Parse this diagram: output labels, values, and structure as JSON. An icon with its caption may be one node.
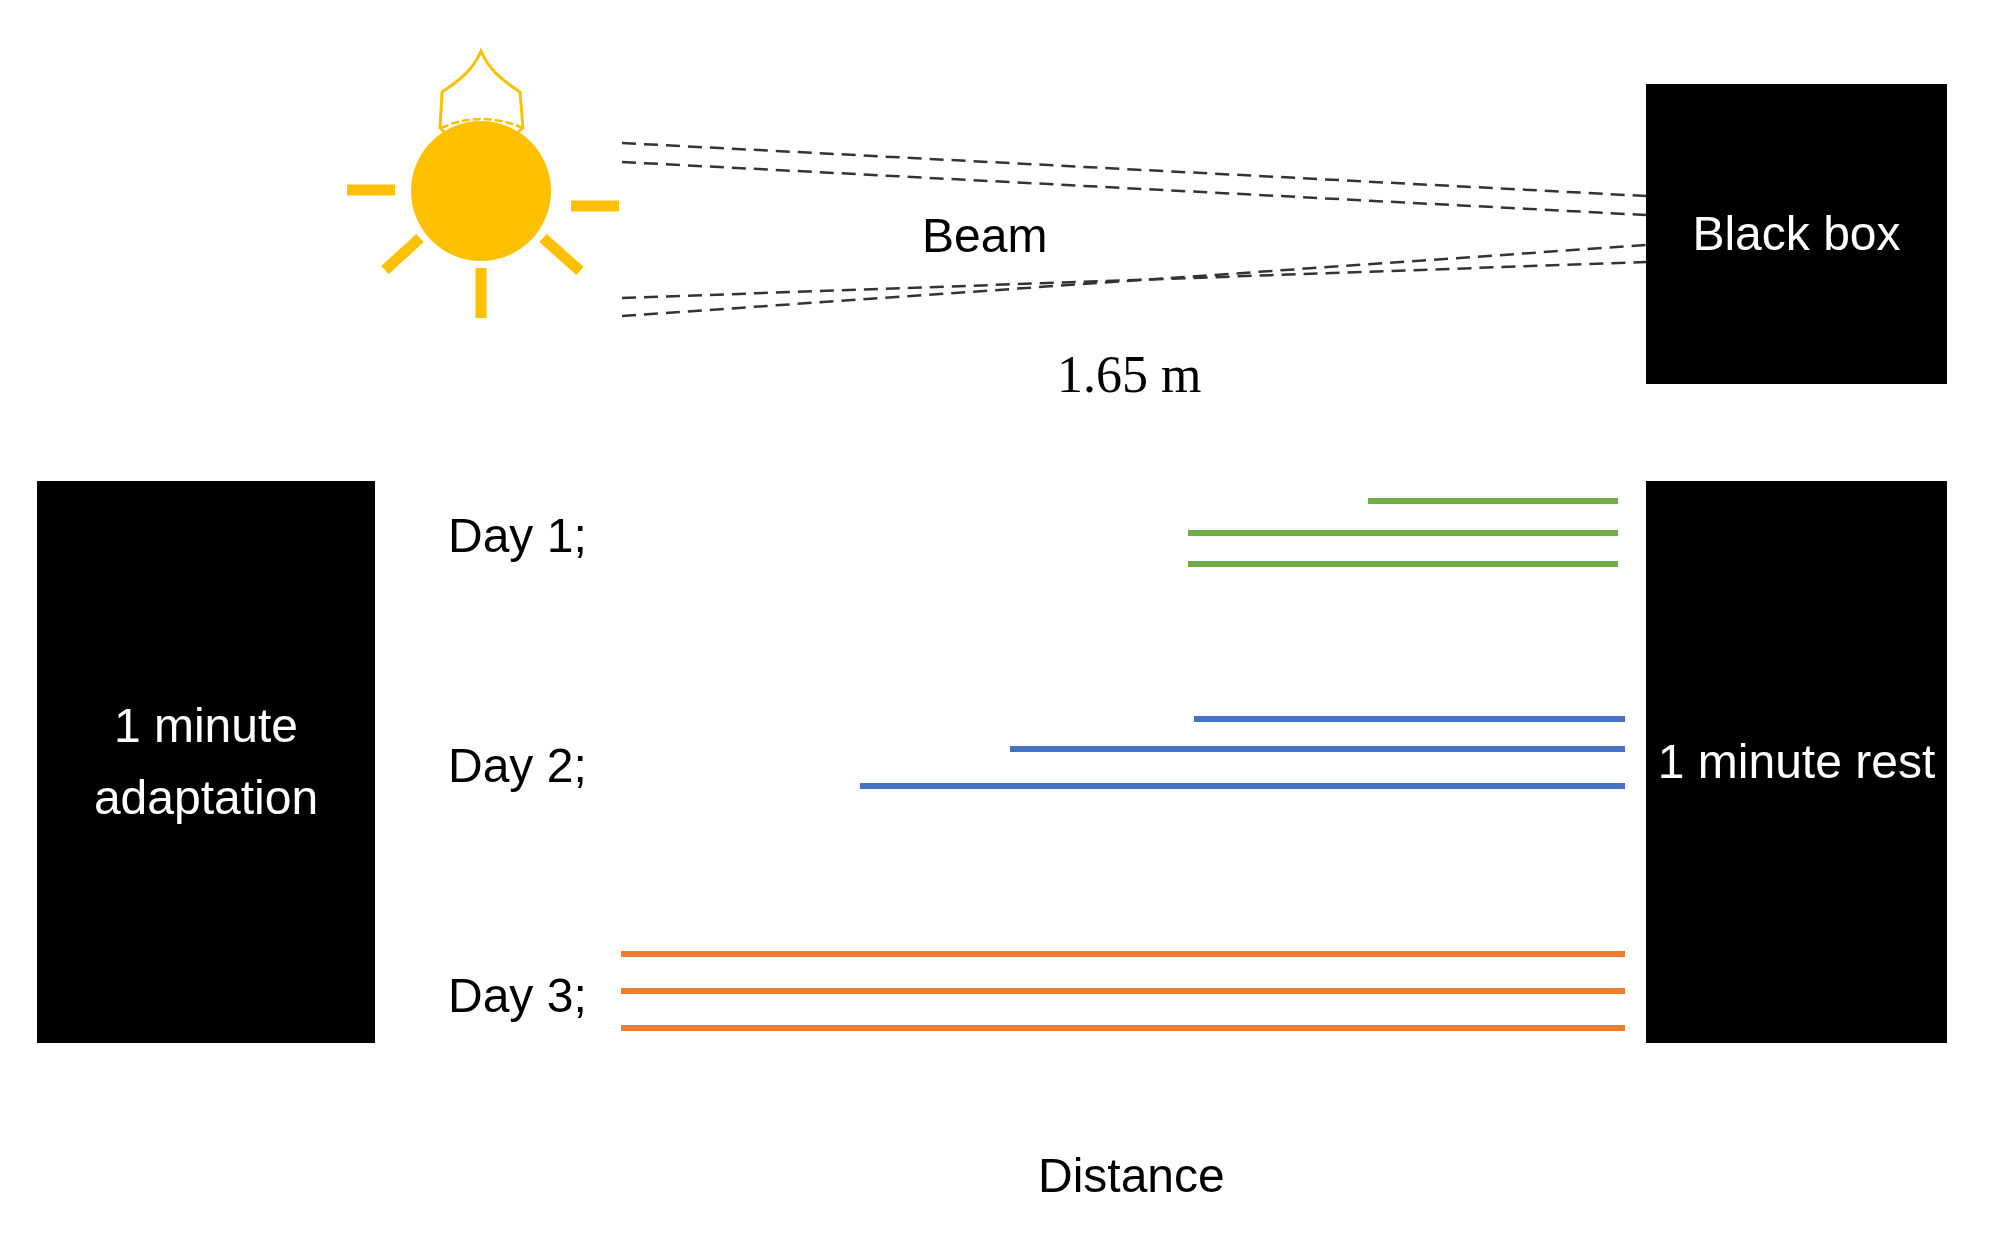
{
  "diagram": {
    "nodes": [
      {
        "text": [],
        "shape": "lamp"
      },
      {
        "text": [
          "Black box"
        ]
      },
      {
        "text": [
          "1 minute adaptation"
        ]
      },
      {
        "text": [
          "1 minute rest"
        ]
      }
    ],
    "edges": [
      {
        "from": 0,
        "to": 1,
        "arrow": "none",
        "style": "dashed"
      },
      {
        "from": 0,
        "to": 1,
        "arrow": "none",
        "style": "dashed"
      },
      {
        "from": 0,
        "to": 1,
        "arrow": "none",
        "style": "dashed"
      },
      {
        "from": 0,
        "to": 1,
        "arrow": "none",
        "style": "dashed"
      }
    ],
    "labels": [
      "Beam",
      "1.65 m",
      "Day 1;",
      "Day 2;",
      "Day 3;",
      "Distance"
    ]
  }
}
